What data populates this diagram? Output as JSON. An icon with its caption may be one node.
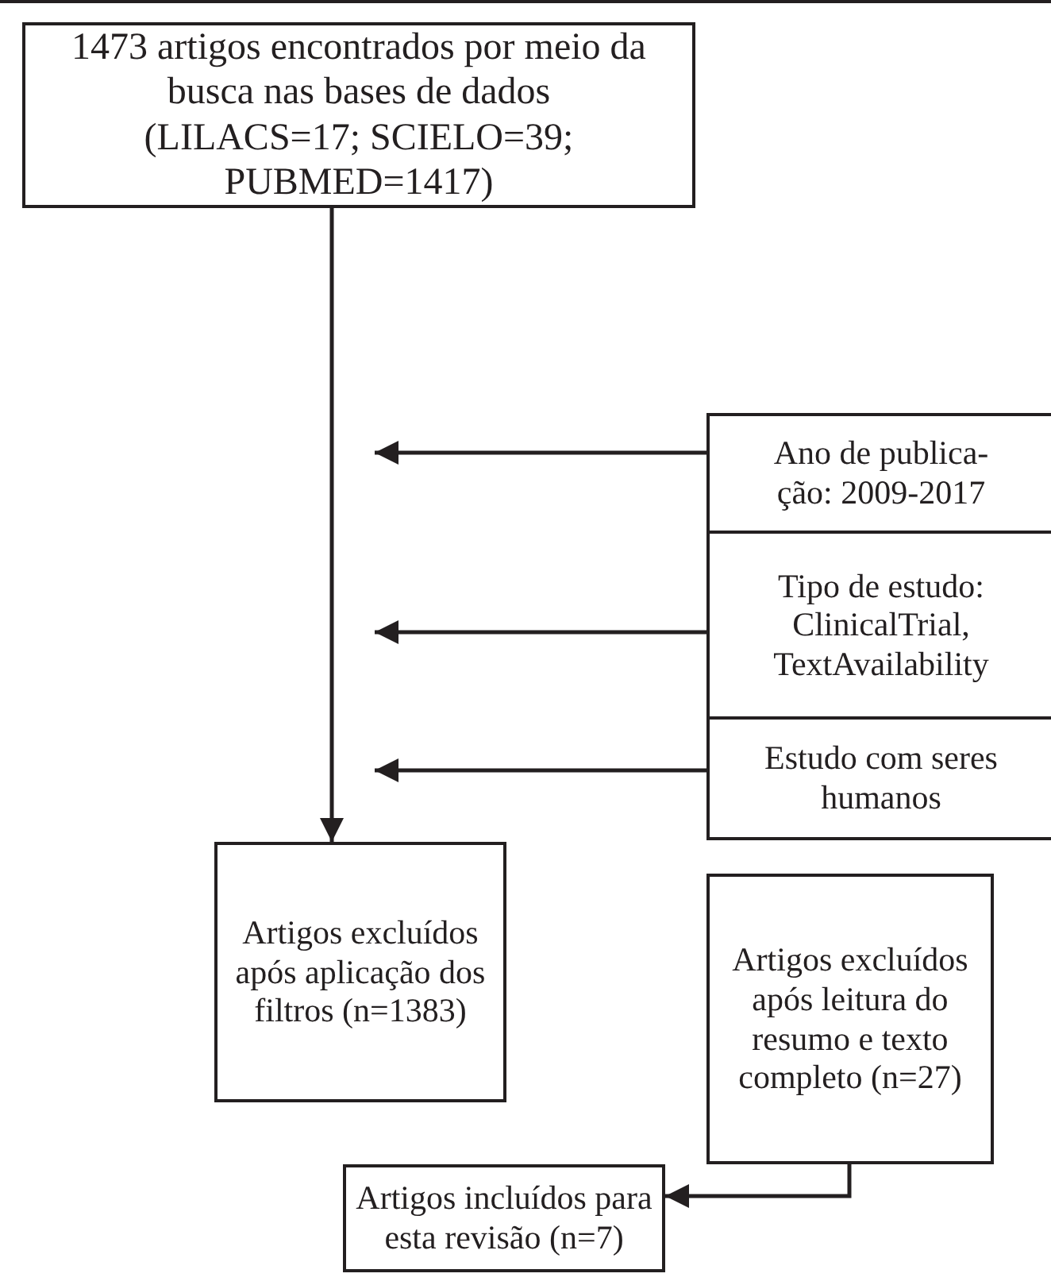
{
  "diagram": {
    "nodes": [
      {
        "text": [
          "1473 artigos encontrados por meio da busca nas bases de dados (LILACS=17; SCIELO=39; PUBMED=1417)"
        ]
      },
      {
        "text": [
          "Ano de publica-ção: 2009-2017"
        ]
      },
      {
        "text": [
          "Tipo de estudo: ClinicalTrial, TextAvailability"
        ]
      },
      {
        "text": [
          "Estudo com seres humanos"
        ]
      },
      {
        "text": [
          "Artigos excluídos após aplicação dos filtros (n=1383)"
        ]
      },
      {
        "text": [
          "Artigos excluídos após leitura do resumo e texto completo (n=27)"
        ]
      },
      {
        "text": [
          "Artigos incluídos para esta revisão (n=7)"
        ]
      }
    ],
    "edges": [
      {
        "from": 0,
        "to": 4,
        "arrow": "to"
      },
      {
        "from": 1,
        "to": null,
        "arrow": "to"
      },
      {
        "from": 2,
        "to": null,
        "arrow": "to"
      },
      {
        "from": 3,
        "to": null,
        "arrow": "to"
      },
      {
        "from": 5,
        "to": 6,
        "arrow": "to"
      }
    ]
  }
}
